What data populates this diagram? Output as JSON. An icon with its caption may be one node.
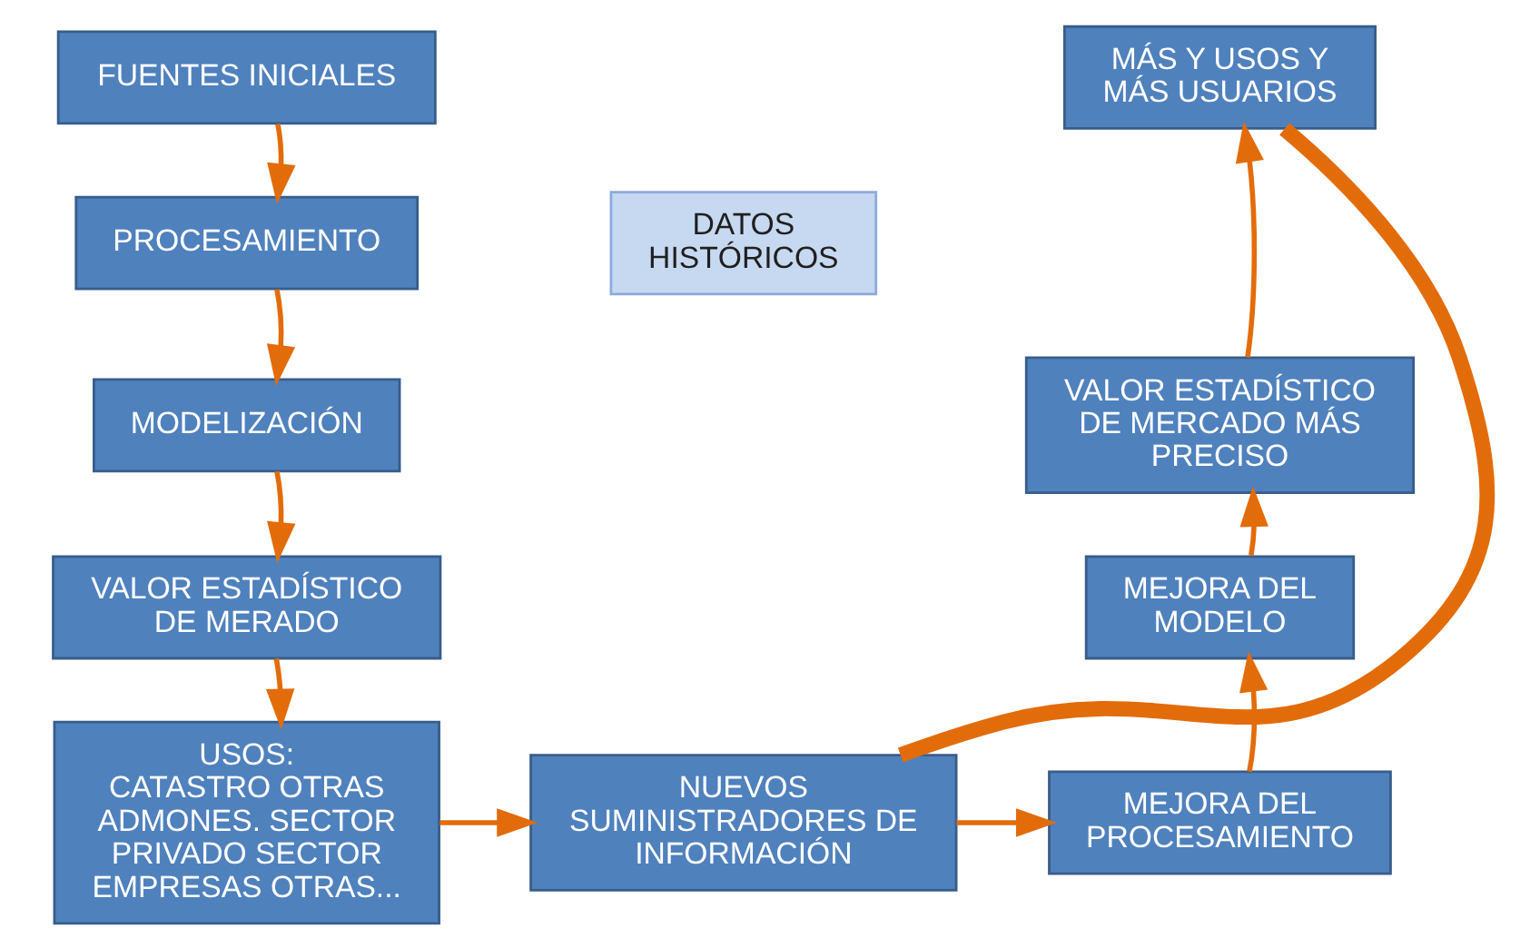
{
  "diagram": {
    "nodes": [
      {
        "text": [
          "FUENTES INICIALES"
        ]
      },
      {
        "text": [
          "MÁS Y USOS Y MÁS USUARIOS"
        ]
      },
      {
        "text": [
          "PROCESAMIENTO"
        ]
      },
      {
        "text": [
          "DATOS HISTÓRICOS"
        ]
      },
      {
        "text": [
          "VALOR ESTADÍSTICO DE MERCADO MÁS PRECISO"
        ]
      },
      {
        "text": [
          "MODELIZACIÓN"
        ]
      },
      {
        "text": [
          "VALOR ESTADÍSTICO DE MERADO"
        ]
      },
      {
        "text": [
          "MEJORA DEL MODELO"
        ]
      },
      {
        "text": [
          "USOS:",
          "CATASTRO OTRAS ADMONES. SECTOR PRIVADO SECTOR EMPRESAS OTRAS..."
        ]
      },
      {
        "text": [
          "NUEVOS SUMINISTRADORES DE INFORMACIÓN"
        ]
      },
      {
        "text": [
          "MEJORA DEL PROCESAMIENTO"
        ]
      }
    ],
    "edges": [
      {
        "from": 0,
        "to": 2,
        "arrow": "to"
      },
      {
        "from": 2,
        "to": 5,
        "arrow": "to"
      },
      {
        "from": 5,
        "to": 6,
        "arrow": "to"
      },
      {
        "from": 6,
        "to": 8,
        "arrow": "to"
      },
      {
        "from": 8,
        "to": 9,
        "arrow": "to"
      },
      {
        "from": 9,
        "to": 10,
        "arrow": "to"
      },
      {
        "from": 10,
        "to": 7,
        "arrow": "to"
      },
      {
        "from": 7,
        "to": 4,
        "arrow": "to"
      },
      {
        "from": 4,
        "to": 1,
        "arrow": "to"
      },
      {
        "from": 9,
        "to": 1,
        "arrow": "none",
        "style": "thick"
      }
    ]
  }
}
